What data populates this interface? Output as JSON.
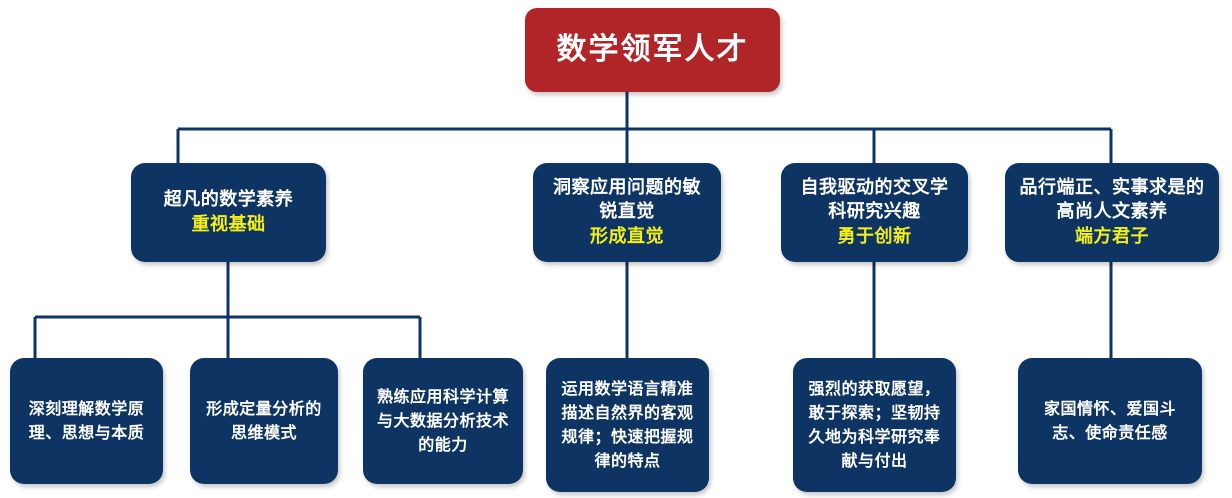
{
  "diagram": {
    "type": "hierarchy-tree",
    "title": "数学领军人才",
    "colors": {
      "root_fill": "#b02527",
      "node_fill": "#0d3463",
      "connector": "#0d3463",
      "main_text": "#ffffff",
      "accent_text": "#f4ef17",
      "background": "#ffffff"
    },
    "root": {
      "label": "数学领军人才"
    },
    "branches": [
      {
        "id": "branch-1",
        "title": "超凡的数学素养",
        "accent": "重视基础",
        "children": [
          {
            "id": "leaf-1-1",
            "label": "深刻理解数学原理、思想与本质"
          },
          {
            "id": "leaf-1-2",
            "label": "形成定量分析的思维模式"
          },
          {
            "id": "leaf-1-3",
            "label": "熟练应用科学计算与大数据分析技术的能力"
          }
        ]
      },
      {
        "id": "branch-2",
        "title": "洞察应用问题的敏锐直觉",
        "accent": "形成直觉",
        "children": [
          {
            "id": "leaf-2-1",
            "label": "运用数学语言精准描述自然界的客观规律；快速把握规律的特点"
          }
        ]
      },
      {
        "id": "branch-3",
        "title": "自我驱动的交叉学科研究兴趣",
        "accent": "勇于创新",
        "children": [
          {
            "id": "leaf-3-1",
            "label": "强烈的获取愿望，敢于探索；坚韧持久地为科学研究奉献与付出"
          }
        ]
      },
      {
        "id": "branch-4",
        "title": "品行端正、实事求是的高尚人文素养",
        "accent": "端方君子",
        "children": [
          {
            "id": "leaf-4-1",
            "label": "家国情怀、爱国斗志、使命责任感"
          }
        ]
      }
    ]
  }
}
